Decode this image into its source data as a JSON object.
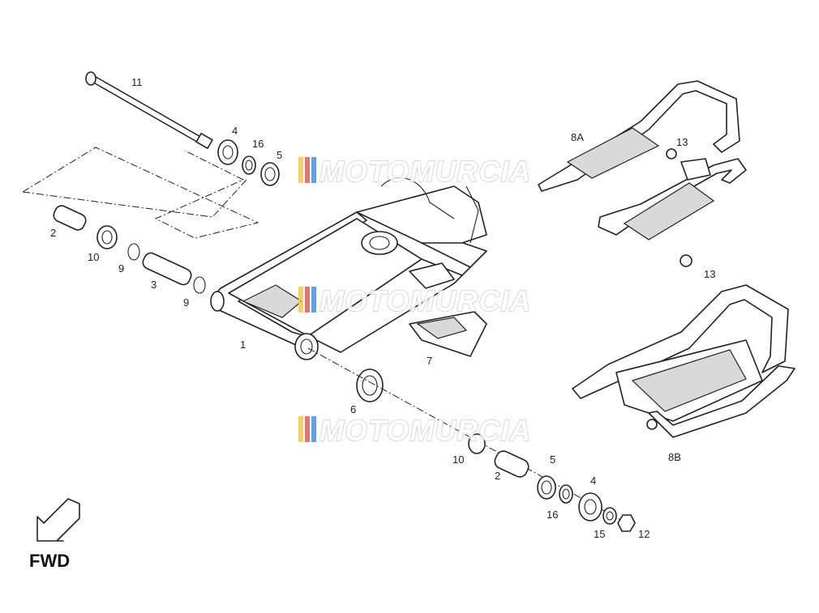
{
  "callouts": {
    "c11": "11",
    "c4_top": "4",
    "c16_top": "16",
    "c5_top": "5",
    "c2_top": "2",
    "c10_top": "10",
    "c9_left": "9",
    "c3": "3",
    "c9_right": "9",
    "c1": "1",
    "c6": "6",
    "c7": "7",
    "c10_bot": "10",
    "c2_bot": "2",
    "c5_bot": "5",
    "c4_bot": "4",
    "c16_bot": "16",
    "c15": "15",
    "c12": "12",
    "c8a": "8A",
    "c13_top": "13",
    "c13_bot": "13",
    "c8b": "8B"
  },
  "direction_label": "FWD",
  "watermark": "MOTOMURCIA",
  "colors": {
    "line": "#222222",
    "watermark_stripes": [
      "#f2c94c",
      "#e45b5b",
      "#4a90d9"
    ],
    "watermark_outline": "#c8c8c8"
  }
}
